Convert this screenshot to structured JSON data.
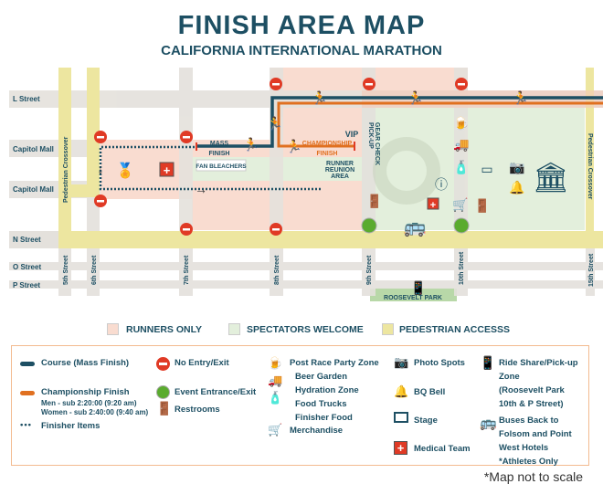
{
  "title": "FINISH AREA MAP",
  "subtitle": "CALIFORNIA INTERNATIONAL MARATHON",
  "map": {
    "streets_h": [
      "L Street",
      "Capitol Mall",
      "Capitol Mall",
      "N Street",
      "O Street",
      "P Street"
    ],
    "streets_v": [
      "5th Street",
      "6th Street",
      "7th Street",
      "8th Street",
      "9th Street",
      "10th Street",
      "15th Street"
    ],
    "crossover": "Pedestrian Crossover",
    "mass_finish": [
      "MASS",
      "FINISH"
    ],
    "champ_finish": [
      "CHAMPIONSHIP",
      "FINISH"
    ],
    "vip": "VIP",
    "fan_bleachers": "FAN BLEACHERS",
    "gear_check": [
      "GEAR CHECK",
      "PICK-UP"
    ],
    "reunion": [
      "RUNNER",
      "REUNION",
      "AREA"
    ],
    "park": "ROOSEVELT PARK",
    "colors": {
      "course": "#1d4f63",
      "championship": "#e07020",
      "runners": "#f9dcd0",
      "spectators": "#e3efdc",
      "pedestrian": "#ede6a0"
    }
  },
  "zones": [
    "RUNNERS ONLY",
    "SPECTATORS WELCOME",
    "PEDESTRIAN ACCESSS"
  ],
  "legend": {
    "course": "Course (Mass Finish)",
    "champ": "Championship Finish",
    "men": "Men - sub 2:20:00 (9:20 am)",
    "women": "Women - sub 2:40:00 (9:40 am)",
    "finisher": "Finisher Items",
    "noentry": "No Entry/Exit",
    "entrance": "Event Entrance/Exit",
    "restrooms": "Restrooms",
    "party": "Post Race Party Zone",
    "party_items": [
      "Beer Garden",
      "Hydration Zone",
      "Food Trucks",
      "Finisher Food"
    ],
    "merch": "Merchandise",
    "photo": "Photo Spots",
    "bell": "BQ Bell",
    "stage": "Stage",
    "medical": "Medical Team",
    "rideshare": [
      "Ride Share/Pick-up",
      "Zone",
      "(Roosevelt Park",
      "10th & P Street)"
    ],
    "buses": [
      "Buses Back to",
      "Folsom and Point",
      "West Hotels",
      "*Athletes Only"
    ]
  },
  "note": "*Map not to scale"
}
